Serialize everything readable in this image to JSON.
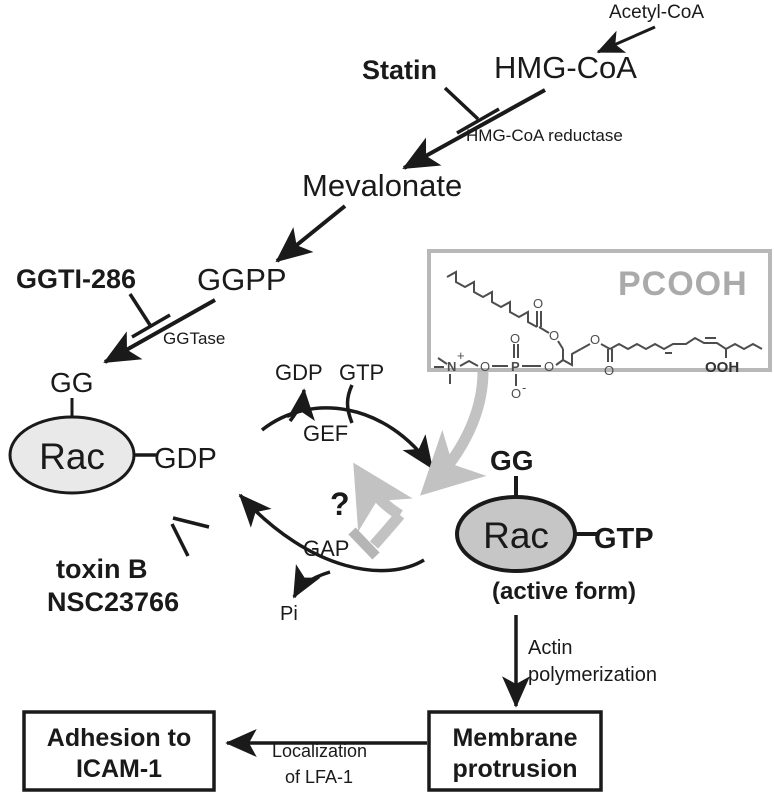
{
  "diagram": {
    "title": "Statin/PCOOH Rac signaling pathway",
    "colors": {
      "ink": "#1a1a1a",
      "gray_arrow": "#c2c2c2",
      "pcooh_label": "#aaaaaa",
      "rac_inactive_fill": "#e9e9e9",
      "rac_active_fill": "#c6c6c6",
      "chem_stroke": "#4d4d4d"
    },
    "nodes": {
      "acetyl_coa": "Acetyl-CoA",
      "hmg_coa": "HMG-CoA",
      "statin": "Statin",
      "hmg_coa_reductase": "HMG-CoA reductase",
      "mevalonate": "Mevalonate",
      "ggpp": "GGPP",
      "ggti": "GGTI-286",
      "ggtase": "GGTase",
      "gg_inactive": "GG",
      "rac_inactive": "Rac",
      "gdp_bound": "GDP",
      "toxin_b": "toxin B",
      "nsc": "NSC23766",
      "gdp_released": "GDP",
      "gtp_in": "GTP",
      "gef": "GEF",
      "gap": "GAP",
      "pi": "Pi",
      "question": "?",
      "pcooh": "PCOOH",
      "ooh": "OOH",
      "gg_active": "GG",
      "rac_active": "Rac",
      "gtp_bound": "GTP",
      "active_form": "(active form)",
      "actin_line1": "Actin",
      "actin_line2": "polymerization",
      "membrane_line1": "Membrane",
      "membrane_line2": "protrusion",
      "localization_line1": "Localization",
      "localization_line2": "of LFA-1",
      "adhesion_line1": "Adhesion to",
      "adhesion_line2": "ICAM-1"
    },
    "chem_atoms": {
      "n_plus": "N",
      "charge_plus": "+",
      "p": "P",
      "o_ester_top": "O",
      "o_carbonyl_top": "O",
      "o_ester_bottom": "O",
      "o_carbonyl_bottom": "O",
      "o_phos_top": "O",
      "o_phos_bottom": "O",
      "o_phos_left": "O",
      "o_phos_right": "O",
      "minus": "-"
    }
  }
}
